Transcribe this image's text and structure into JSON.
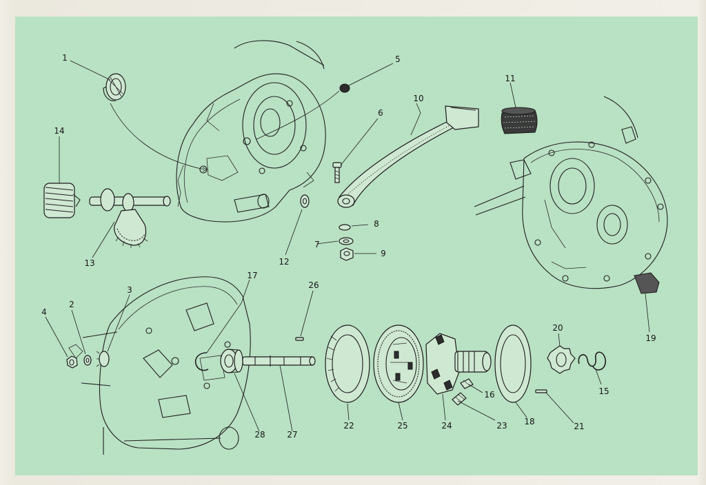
{
  "colors": {
    "plate": "#b9e1c3",
    "paper": "#efece4",
    "ink": "#1a1a1a"
  },
  "callouts": [
    {
      "id": "1",
      "text": "1"
    },
    {
      "id": "2",
      "text": "2"
    },
    {
      "id": "3",
      "text": "3"
    },
    {
      "id": "4",
      "text": "4"
    },
    {
      "id": "5",
      "text": "5"
    },
    {
      "id": "6",
      "text": "6"
    },
    {
      "id": "7",
      "text": "7"
    },
    {
      "id": "8",
      "text": "8"
    },
    {
      "id": "9",
      "text": "9"
    },
    {
      "id": "10",
      "text": "10"
    },
    {
      "id": "11",
      "text": "11"
    },
    {
      "id": "12",
      "text": "12"
    },
    {
      "id": "13",
      "text": "13"
    },
    {
      "id": "14",
      "text": "14"
    },
    {
      "id": "15",
      "text": "15"
    },
    {
      "id": "16",
      "text": "16"
    },
    {
      "id": "17",
      "text": "17"
    },
    {
      "id": "18",
      "text": "18"
    },
    {
      "id": "19",
      "text": "19"
    },
    {
      "id": "20",
      "text": "20"
    },
    {
      "id": "21",
      "text": "21"
    },
    {
      "id": "22",
      "text": "22"
    },
    {
      "id": "23",
      "text": "23"
    },
    {
      "id": "24",
      "text": "24"
    },
    {
      "id": "25",
      "text": "25"
    },
    {
      "id": "26",
      "text": "26"
    },
    {
      "id": "27",
      "text": "27"
    },
    {
      "id": "28",
      "text": "28"
    }
  ]
}
